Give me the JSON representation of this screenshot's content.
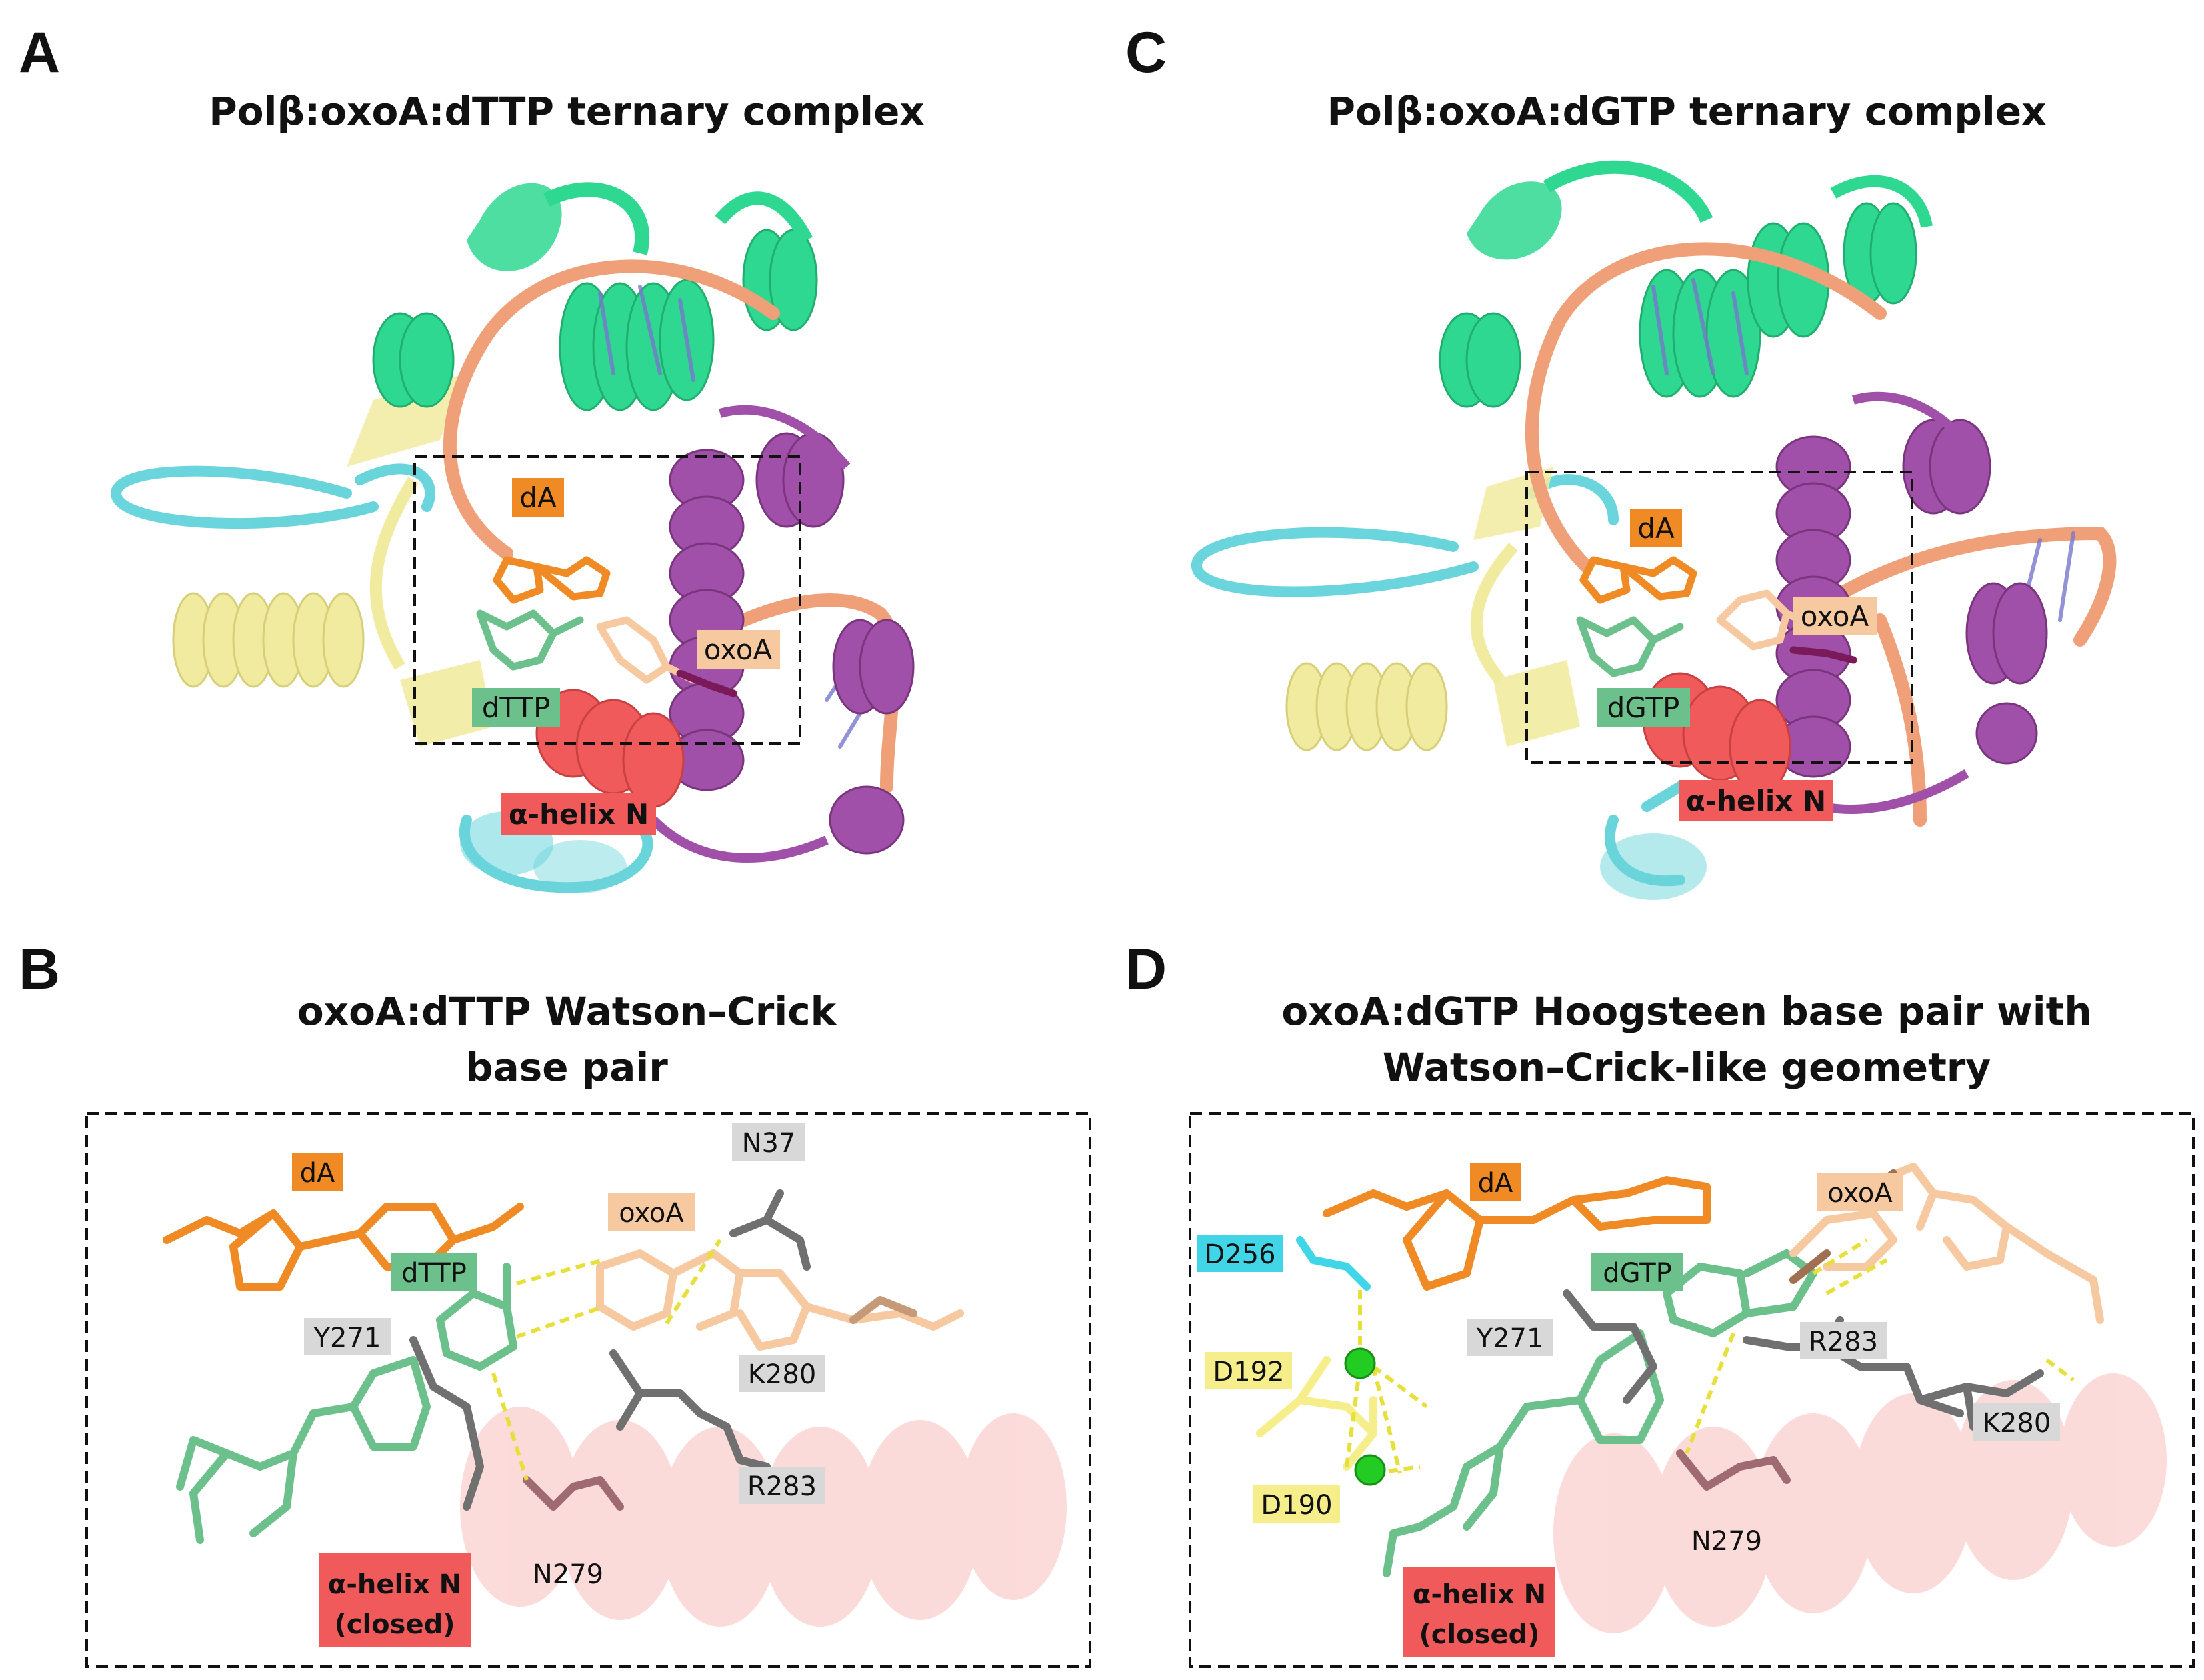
{
  "panels": {
    "A": {
      "letter": "A",
      "title": "Polβ:oxoA:dTTP ternary complex",
      "labels": {
        "dA": "dA",
        "oxoA": "oxoA",
        "nucleotide": "dTTP",
        "helix": "α-helix N"
      }
    },
    "B": {
      "letter": "B",
      "title_line1": "oxoA:dTTP Watson–Crick",
      "title_line2": "base pair",
      "labels": {
        "dA": "dA",
        "oxoA": "oxoA",
        "nucleotide": "dTTP",
        "N37": "N37",
        "Y271": "Y271",
        "K280": "K280",
        "R283": "R283",
        "N279": "N279",
        "helix_line1": "α-helix N",
        "helix_line2": "(closed)"
      }
    },
    "C": {
      "letter": "C",
      "title": "Polβ:oxoA:dGTP ternary complex",
      "labels": {
        "dA": "dA",
        "oxoA": "oxoA",
        "nucleotide": "dGTP",
        "helix": "α-helix N"
      }
    },
    "D": {
      "letter": "D",
      "title_line1": "oxoA:dGTP Hoogsteen base pair with",
      "title_line2": "Watson–Crick-like geometry",
      "labels": {
        "dA": "dA",
        "oxoA": "oxoA",
        "nucleotide": "dGTP",
        "D256": "D256",
        "D192": "D192",
        "D190": "D190",
        "Y271": "Y271",
        "R283": "R283",
        "K280": "K280",
        "N279": "N279",
        "helix_line1": "α-helix N",
        "helix_line2": "(closed)"
      }
    }
  },
  "colors": {
    "dA": "#f08a24",
    "oxoA": "#f7c9a0",
    "dNTP": "#6cc08b",
    "helix": "#f05a5a",
    "residue": "#d8d8d8",
    "D256": "#40d6e8",
    "Dasp": "#f5ee8a",
    "protein_green": "#2fd890",
    "protein_purple": "#a050a8",
    "protein_yellow": "#f1eba0",
    "protein_cyan": "#5ad0d8",
    "dna_salmon": "#f0a078",
    "mg": "#22cc22"
  }
}
